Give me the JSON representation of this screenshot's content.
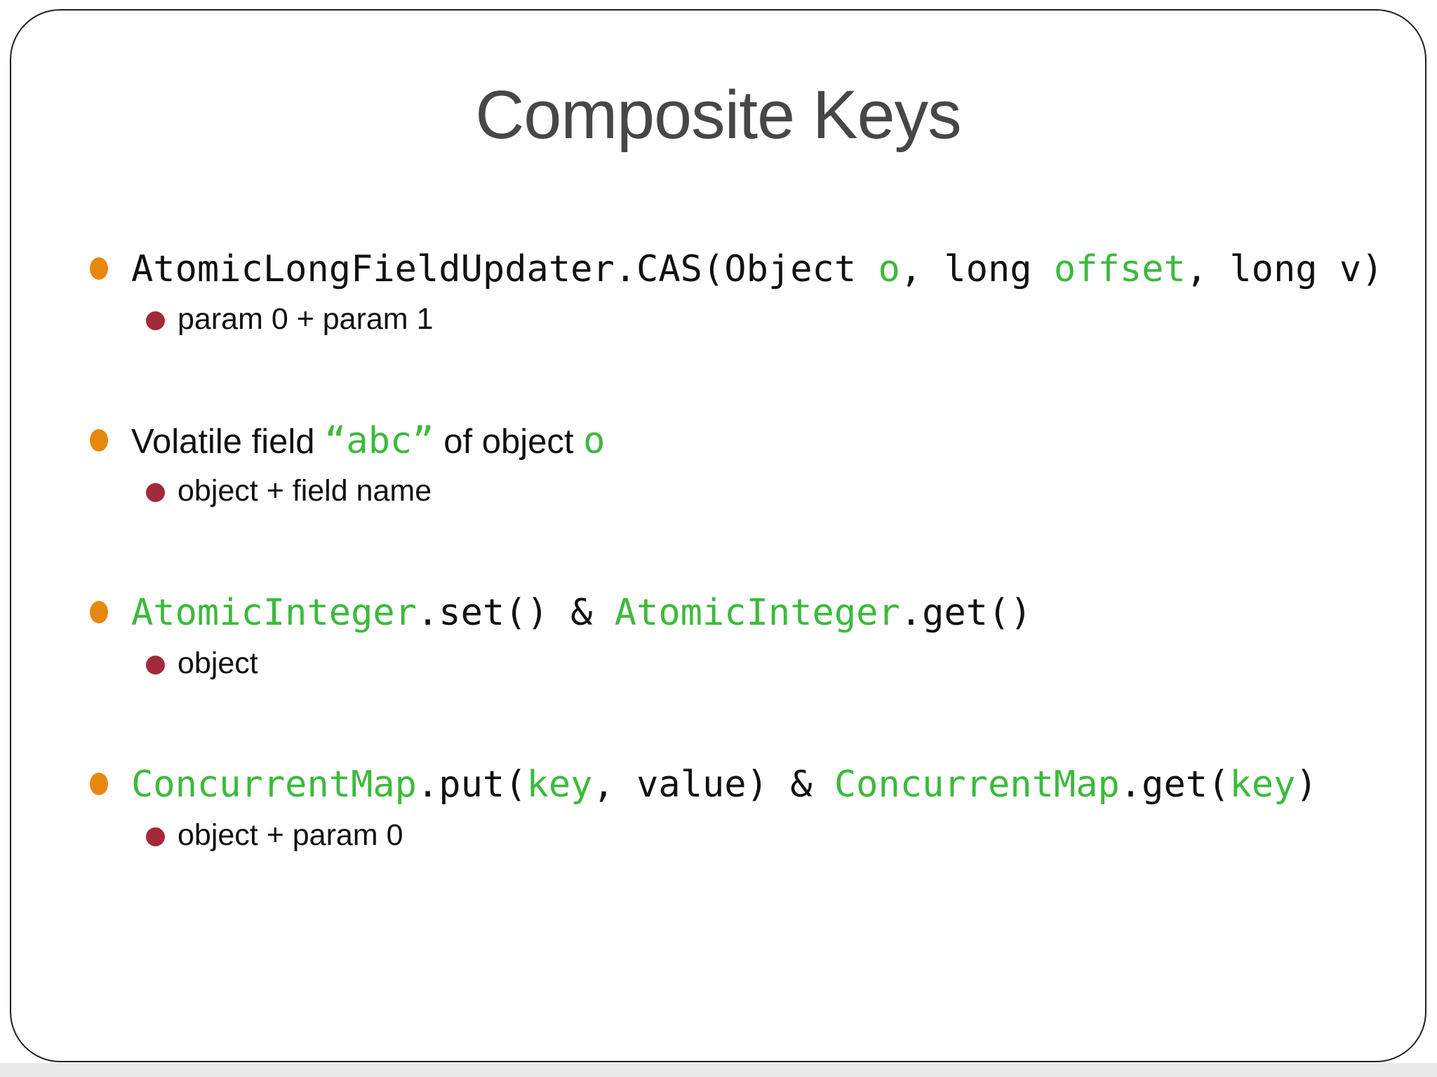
{
  "slide": {
    "title": "Composite Keys",
    "colors": {
      "code_green": "#3cba3c",
      "main_bullet_orange": "#e8870e",
      "sub_bullet_red": "#a32a3a",
      "title_gray": "#474747",
      "text_black": "#111111",
      "border_dark": "#202020"
    },
    "bullets": [
      {
        "main_segments": [
          {
            "text": "AtomicLongFieldUpdater.CAS(Object ",
            "style": "code"
          },
          {
            "text": "o",
            "style": "code-green"
          },
          {
            "text": ", long ",
            "style": "code"
          },
          {
            "text": "offset",
            "style": "code-green"
          },
          {
            "text": ", long v)",
            "style": "code"
          }
        ],
        "sub": "param 0 + param 1"
      },
      {
        "main_segments": [
          {
            "text": "Volatile field ",
            "style": "body"
          },
          {
            "text": "“abc”",
            "style": "body-green"
          },
          {
            "text": " of object ",
            "style": "body"
          },
          {
            "text": "o",
            "style": "body-green"
          }
        ],
        "sub": "object + field name"
      },
      {
        "main_segments": [
          {
            "text": "AtomicInteger",
            "style": "code-green"
          },
          {
            "text": ".set() & ",
            "style": "code"
          },
          {
            "text": "AtomicInteger",
            "style": "code-green"
          },
          {
            "text": ".get()",
            "style": "code"
          }
        ],
        "sub": "object"
      },
      {
        "main_segments": [
          {
            "text": "ConcurrentMap",
            "style": "code-green"
          },
          {
            "text": ".put(",
            "style": "code"
          },
          {
            "text": "key",
            "style": "code-green"
          },
          {
            "text": ", value) & ",
            "style": "code"
          },
          {
            "text": "ConcurrentMap",
            "style": "code-green"
          },
          {
            "text": ".get(",
            "style": "code"
          },
          {
            "text": "key",
            "style": "code-green"
          },
          {
            "text": ")",
            "style": "code"
          }
        ],
        "sub": "object + param 0"
      }
    ]
  }
}
